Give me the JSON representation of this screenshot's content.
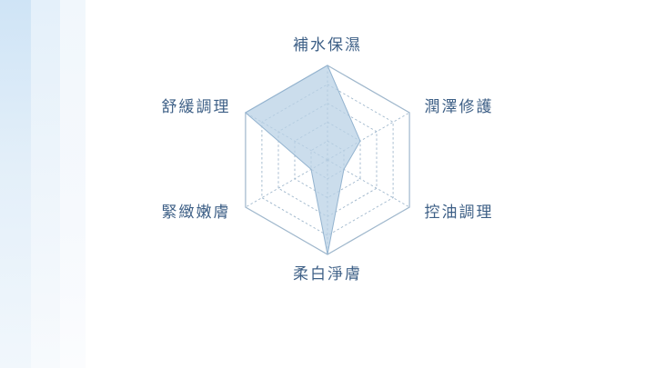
{
  "chart_data": {
    "type": "radar",
    "title": "",
    "axes": [
      "補水保濕",
      "潤澤修護",
      "控油調理",
      "柔白淨膚",
      "緊緻嫩膚",
      "舒緩調理"
    ],
    "max": 5,
    "levels": 5,
    "series": [
      {
        "values": [
          5,
          2,
          1,
          5,
          1,
          5
        ]
      }
    ],
    "grid": true
  },
  "colors": {
    "grid": "#9fb7cc",
    "fill": "#b9d2e6",
    "stroke": "#93b3cf",
    "label": "#3d5f86",
    "background": "#ffffff",
    "band": "#d6e8f7"
  }
}
